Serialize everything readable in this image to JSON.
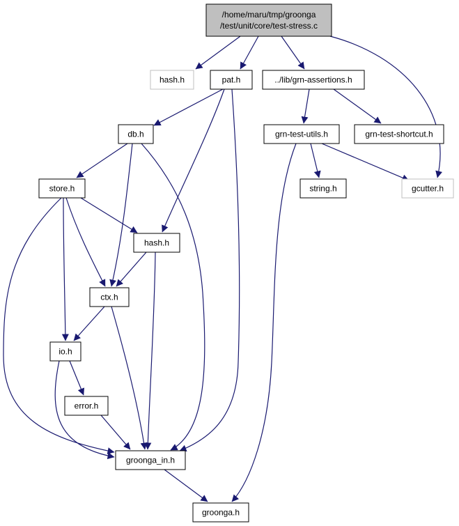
{
  "graph": {
    "nodes": [
      {
        "id": "root",
        "lines": [
          "/home/maru/tmp/groonga",
          "/test/unit/core/test-stress.c"
        ],
        "style": "root"
      },
      {
        "id": "hash_top",
        "lines": [
          "hash.h"
        ],
        "style": "external"
      },
      {
        "id": "pat",
        "lines": [
          "pat.h"
        ],
        "style": "normal"
      },
      {
        "id": "assertions",
        "lines": [
          "../lib/grn-assertions.h"
        ],
        "style": "normal"
      },
      {
        "id": "db",
        "lines": [
          "db.h"
        ],
        "style": "normal"
      },
      {
        "id": "testutils",
        "lines": [
          "grn-test-utils.h"
        ],
        "style": "normal"
      },
      {
        "id": "shortcut",
        "lines": [
          "grn-test-shortcut.h"
        ],
        "style": "normal"
      },
      {
        "id": "store",
        "lines": [
          "store.h"
        ],
        "style": "normal"
      },
      {
        "id": "string",
        "lines": [
          "string.h"
        ],
        "style": "normal"
      },
      {
        "id": "gcutter",
        "lines": [
          "gcutter.h"
        ],
        "style": "external"
      },
      {
        "id": "hash",
        "lines": [
          "hash.h"
        ],
        "style": "normal"
      },
      {
        "id": "ctx",
        "lines": [
          "ctx.h"
        ],
        "style": "normal"
      },
      {
        "id": "io",
        "lines": [
          "io.h"
        ],
        "style": "normal"
      },
      {
        "id": "error",
        "lines": [
          "error.h"
        ],
        "style": "normal"
      },
      {
        "id": "groonga_in",
        "lines": [
          "groonga_in.h"
        ],
        "style": "normal"
      },
      {
        "id": "groonga",
        "lines": [
          "groonga.h"
        ],
        "style": "normal"
      }
    ],
    "edges": [
      {
        "from": "root",
        "to": "hash_top"
      },
      {
        "from": "root",
        "to": "pat"
      },
      {
        "from": "root",
        "to": "assertions"
      },
      {
        "from": "root",
        "to": "gcutter"
      },
      {
        "from": "pat",
        "to": "db"
      },
      {
        "from": "pat",
        "to": "hash"
      },
      {
        "from": "pat",
        "to": "groonga_in"
      },
      {
        "from": "assertions",
        "to": "testutils"
      },
      {
        "from": "assertions",
        "to": "shortcut"
      },
      {
        "from": "testutils",
        "to": "string"
      },
      {
        "from": "testutils",
        "to": "gcutter"
      },
      {
        "from": "testutils",
        "to": "groonga"
      },
      {
        "from": "db",
        "to": "store"
      },
      {
        "from": "db",
        "to": "ctx"
      },
      {
        "from": "db",
        "to": "groonga_in"
      },
      {
        "from": "store",
        "to": "hash"
      },
      {
        "from": "store",
        "to": "ctx"
      },
      {
        "from": "store",
        "to": "io"
      },
      {
        "from": "store",
        "to": "groonga_in"
      },
      {
        "from": "hash",
        "to": "ctx"
      },
      {
        "from": "hash",
        "to": "groonga_in"
      },
      {
        "from": "ctx",
        "to": "io"
      },
      {
        "from": "ctx",
        "to": "groonga_in"
      },
      {
        "from": "io",
        "to": "error"
      },
      {
        "from": "io",
        "to": "groonga_in"
      },
      {
        "from": "error",
        "to": "groonga_in"
      },
      {
        "from": "groonga_in",
        "to": "groonga"
      }
    ]
  },
  "colors": {
    "edge": "#191970",
    "root_fill": "#bfbfbf",
    "node_border": "#000000",
    "external_border": "#bfbfbf",
    "text": "#000000"
  }
}
